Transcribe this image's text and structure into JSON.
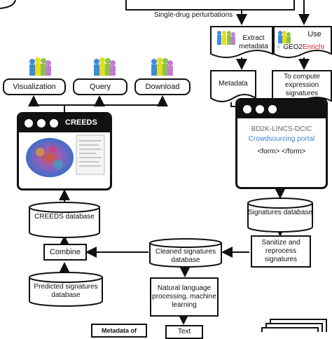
{
  "labels": {
    "single_drug": "Single-drug perturbations",
    "extract_metadata": "Extract metadata",
    "use": "Use",
    "geo2": "GEO2",
    "enrichr": "Enrichr",
    "visualization": "Visualization",
    "query": "Query",
    "download": "Download",
    "metadata": "Metadata",
    "compute_signatures": "To compute expression signatures",
    "creeds_window_title": "CREEDS",
    "bd2k": "BD2K-LINCS-DCIC",
    "crowdsourcing": "Crowdsourcing portal",
    "form_tag": "<form> </form>",
    "creeds_db": "CREEDS database",
    "signatures_db": "Signatures database",
    "sanitize": "Sanitize and reprocess signatures",
    "combine": "Combine",
    "cleaned_db": "Cleaned signatures database",
    "predicted_db": "Predicted signatures database",
    "nlp": "Natural language processing, machine learning",
    "metadata_of": "Metadata of",
    "text": "Text"
  },
  "colors": {
    "enrichr_red": "#d2232a",
    "portal_blue": "#3a7fd6",
    "bd2k_gray": "#666666"
  }
}
